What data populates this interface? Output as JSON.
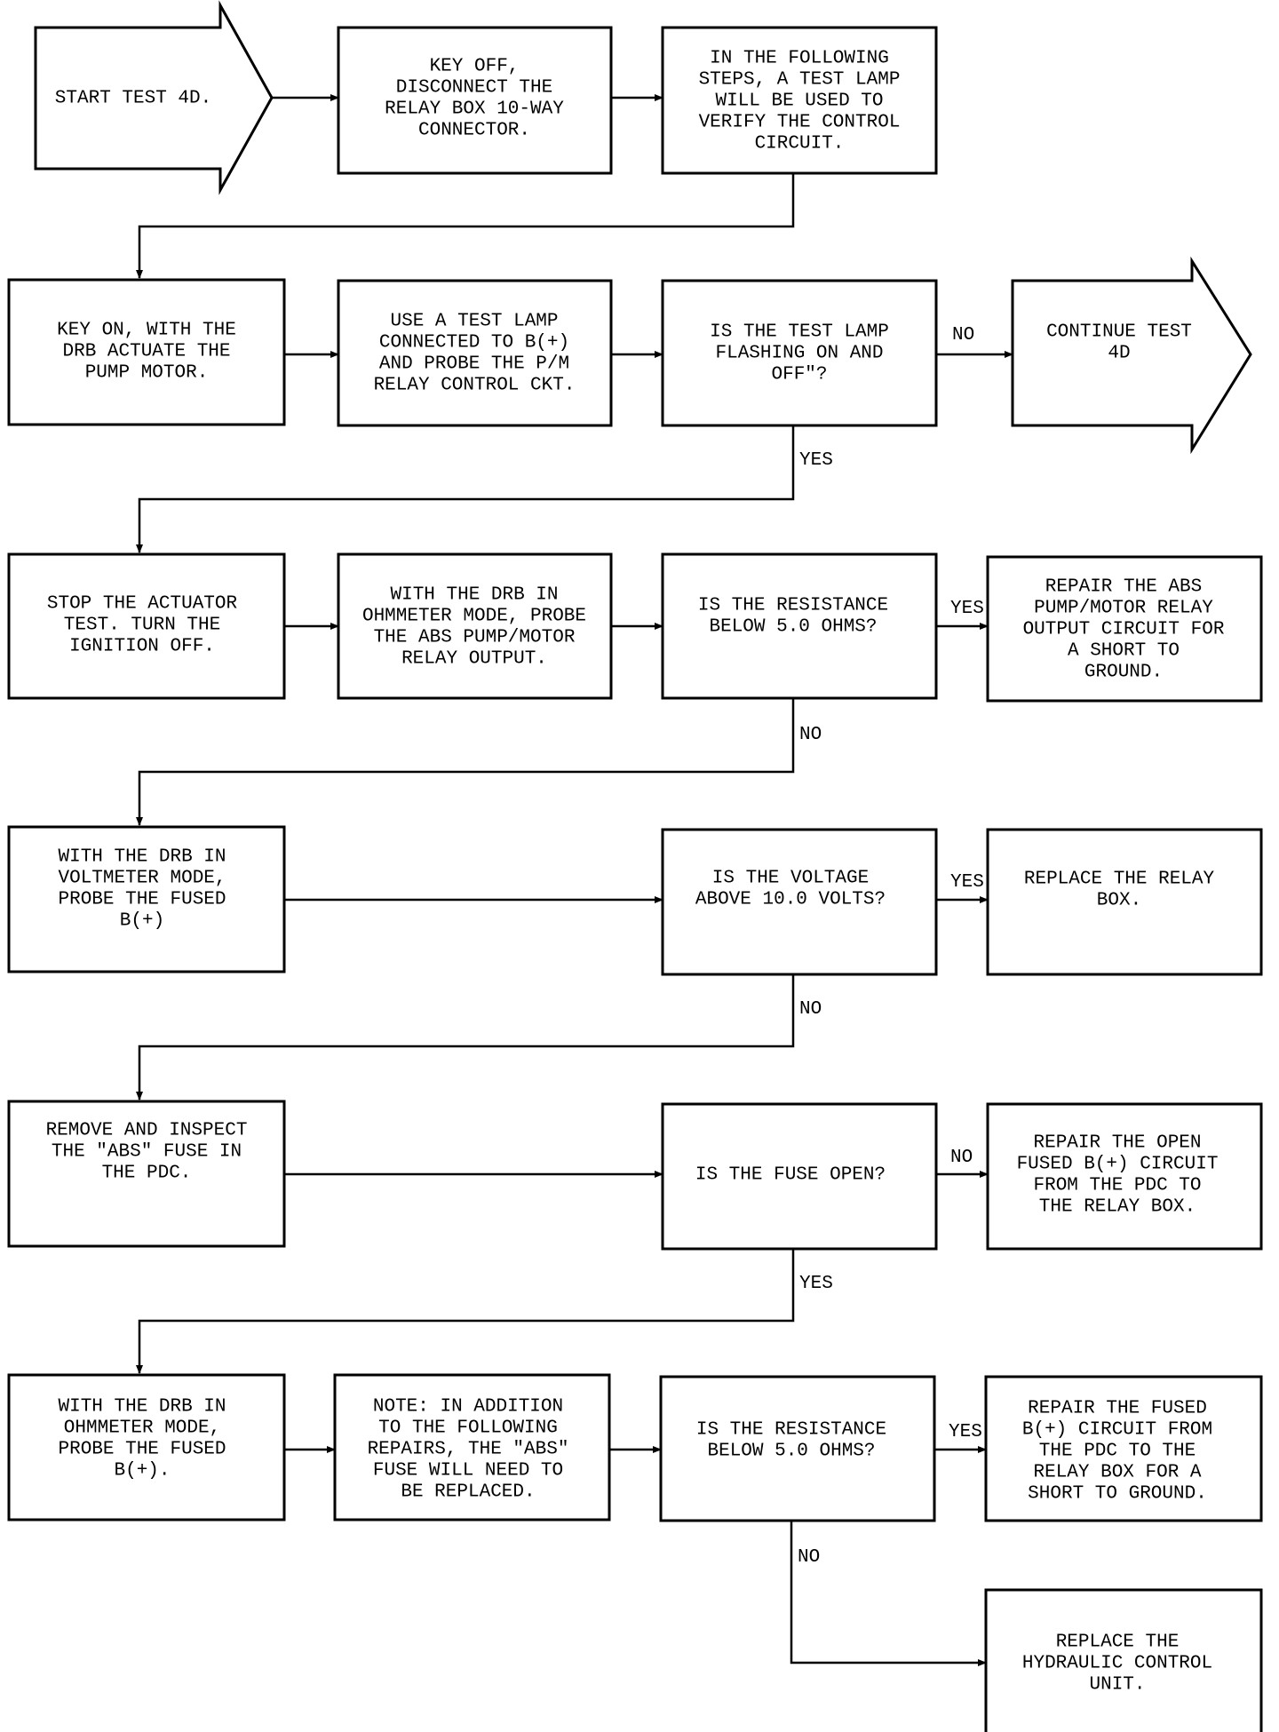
{
  "colors": {
    "ink": "#000000",
    "paper": "#ffffff"
  },
  "boxes": {
    "start": [
      "START TEST 4D."
    ],
    "key_off": [
      "KEY OFF,",
      "DISCONNECT THE",
      "RELAY BOX 10-WAY",
      "CONNECTOR."
    ],
    "following_steps": [
      "IN THE FOLLOWING",
      "STEPS, A TEST LAMP",
      "WILL BE USED TO",
      "VERIFY THE CONTROL",
      "CIRCUIT."
    ],
    "key_on": [
      "KEY ON, WITH THE",
      "DRB ACTUATE THE",
      "PUMP MOTOR."
    ],
    "test_lamp": [
      "USE A TEST LAMP",
      "CONNECTED TO B(+)",
      "AND PROBE THE P/M",
      "RELAY CONTROL CKT."
    ],
    "lamp_flashing": [
      "IS THE TEST LAMP",
      "FLASHING ON AND",
      "OFF\"?"
    ],
    "continue_test": [
      "CONTINUE TEST",
      "4D"
    ],
    "stop_actuator": [
      "STOP THE ACTUATOR",
      "TEST. TURN THE",
      "IGNITION OFF."
    ],
    "ohmmeter_probe": [
      "WITH THE DRB IN",
      "OHMMETER MODE, PROBE",
      "THE ABS PUMP/MOTOR",
      "RELAY OUTPUT."
    ],
    "resistance_q1": [
      "IS THE RESISTANCE",
      "BELOW 5.0 OHMS?"
    ],
    "repair_abs_short": [
      "REPAIR THE ABS",
      "PUMP/MOTOR RELAY",
      "OUTPUT CIRCUIT FOR",
      "A SHORT TO",
      "GROUND."
    ],
    "voltmeter_probe": [
      "WITH THE DRB IN",
      "VOLTMETER MODE,",
      "PROBE THE FUSED",
      "B(+)"
    ],
    "voltage_q": [
      "IS THE VOLTAGE",
      "ABOVE 10.0 VOLTS?"
    ],
    "replace_relay_box": [
      "REPLACE THE RELAY",
      "BOX."
    ],
    "remove_fuse": [
      "REMOVE AND INSPECT",
      "THE \"ABS\" FUSE IN",
      "THE PDC."
    ],
    "fuse_q": [
      "IS THE FUSE OPEN?"
    ],
    "repair_open_fused": [
      "REPAIR THE OPEN",
      "FUSED B(+) CIRCUIT",
      "FROM THE PDC TO",
      "THE RELAY BOX."
    ],
    "ohmmeter_fused": [
      "WITH THE DRB IN",
      "OHMMETER MODE,",
      "PROBE THE FUSED",
      "B(+)."
    ],
    "note": [
      "NOTE: IN ADDITION",
      "TO THE FOLLOWING",
      "REPAIRS, THE \"ABS\"",
      "FUSE WILL NEED TO",
      "BE REPLACED."
    ],
    "resistance_q2": [
      "IS THE RESISTANCE",
      "BELOW 5.0 OHMS?"
    ],
    "repair_fused_short": [
      "REPAIR THE FUSED",
      "B(+) CIRCUIT FROM",
      "THE PDC TO THE",
      "RELAY BOX FOR A",
      "SHORT TO GROUND."
    ],
    "replace_hcu": [
      "REPLACE THE",
      "HYDRAULIC CONTROL",
      "UNIT."
    ]
  },
  "labels": {
    "lamp_no": "NO",
    "lamp_yes": "YES",
    "res1_yes": "YES",
    "res1_no": "NO",
    "volt_yes": "YES",
    "volt_no": "NO",
    "fuse_no": "NO",
    "fuse_yes": "YES",
    "res2_yes": "YES",
    "res2_no": "NO"
  }
}
